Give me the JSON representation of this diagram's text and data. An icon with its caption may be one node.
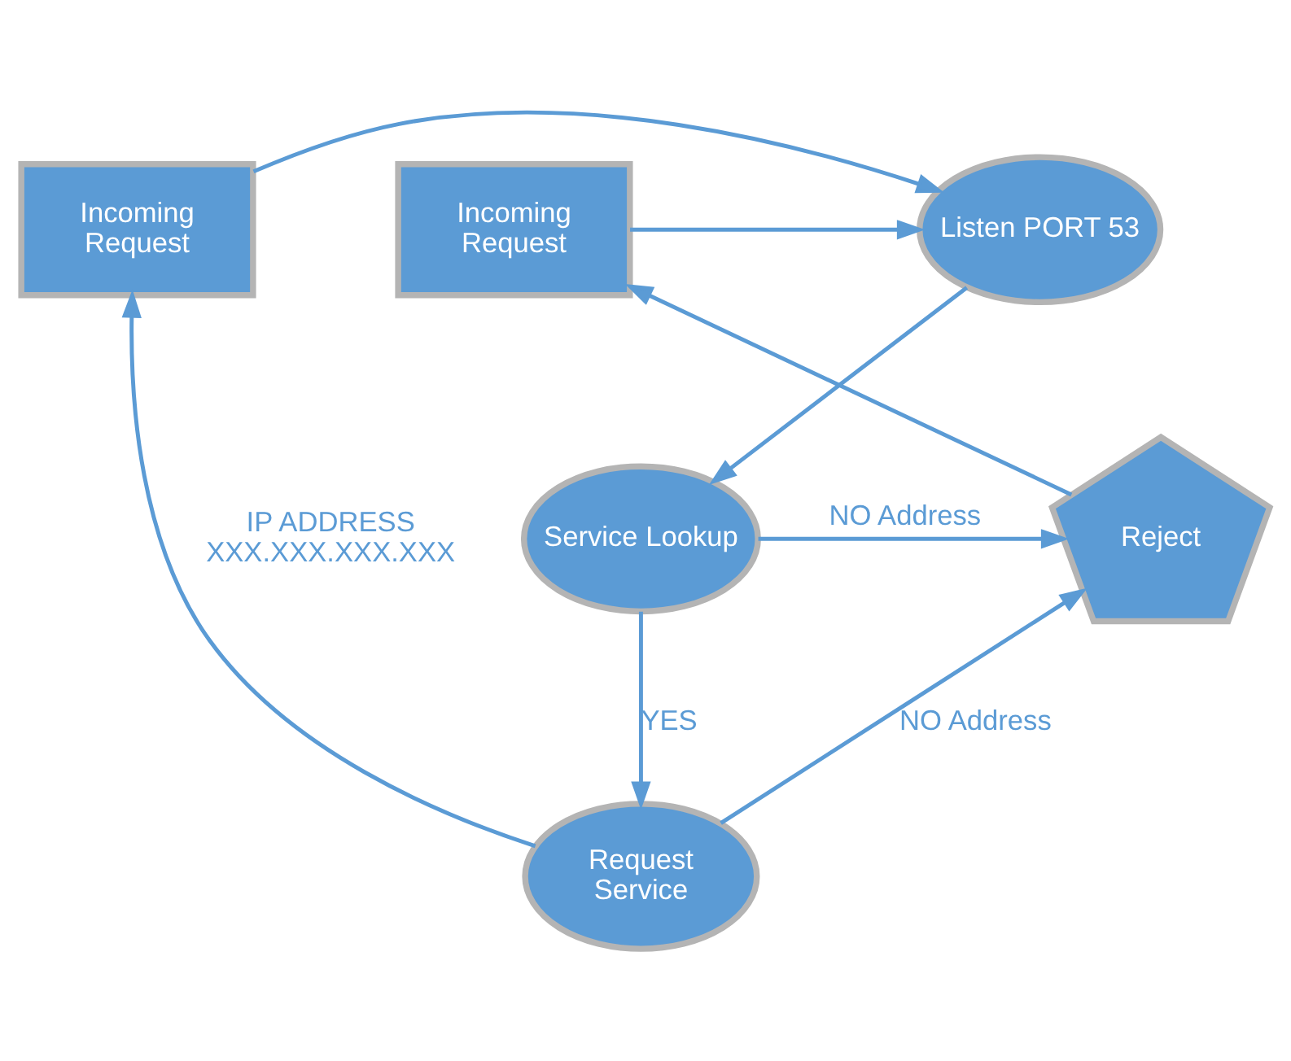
{
  "diagram": {
    "nodes": [
      {
        "text": [
          "Incoming Request"
        ]
      },
      {
        "text": [
          "Listen PORT 53"
        ]
      },
      {
        "text": [
          "Incoming Request"
        ]
      },
      {
        "text": [
          "Service Lookup"
        ]
      },
      {
        "text": [
          "Reject"
        ]
      },
      {
        "text": [
          "Request Service"
        ]
      }
    ],
    "edges": [
      {
        "from": 0,
        "to": 1,
        "arrow": "to"
      },
      {
        "from": 2,
        "to": 1,
        "arrow": "to"
      },
      {
        "from": 1,
        "to": 3,
        "arrow": "to"
      },
      {
        "from": 3,
        "to": 4,
        "arrow": "to",
        "label": "NO Address"
      },
      {
        "from": 3,
        "to": 5,
        "arrow": "to",
        "label": "YES"
      },
      {
        "from": 5,
        "to": 4,
        "arrow": "to",
        "label": "NO Address"
      },
      {
        "from": 5,
        "to": 2,
        "arrow": "to",
        "label": "IP ADDRESS XXX.XXX.XXX.XXX"
      },
      {
        "from": 4,
        "to": 0,
        "arrow": "to"
      }
    ]
  }
}
